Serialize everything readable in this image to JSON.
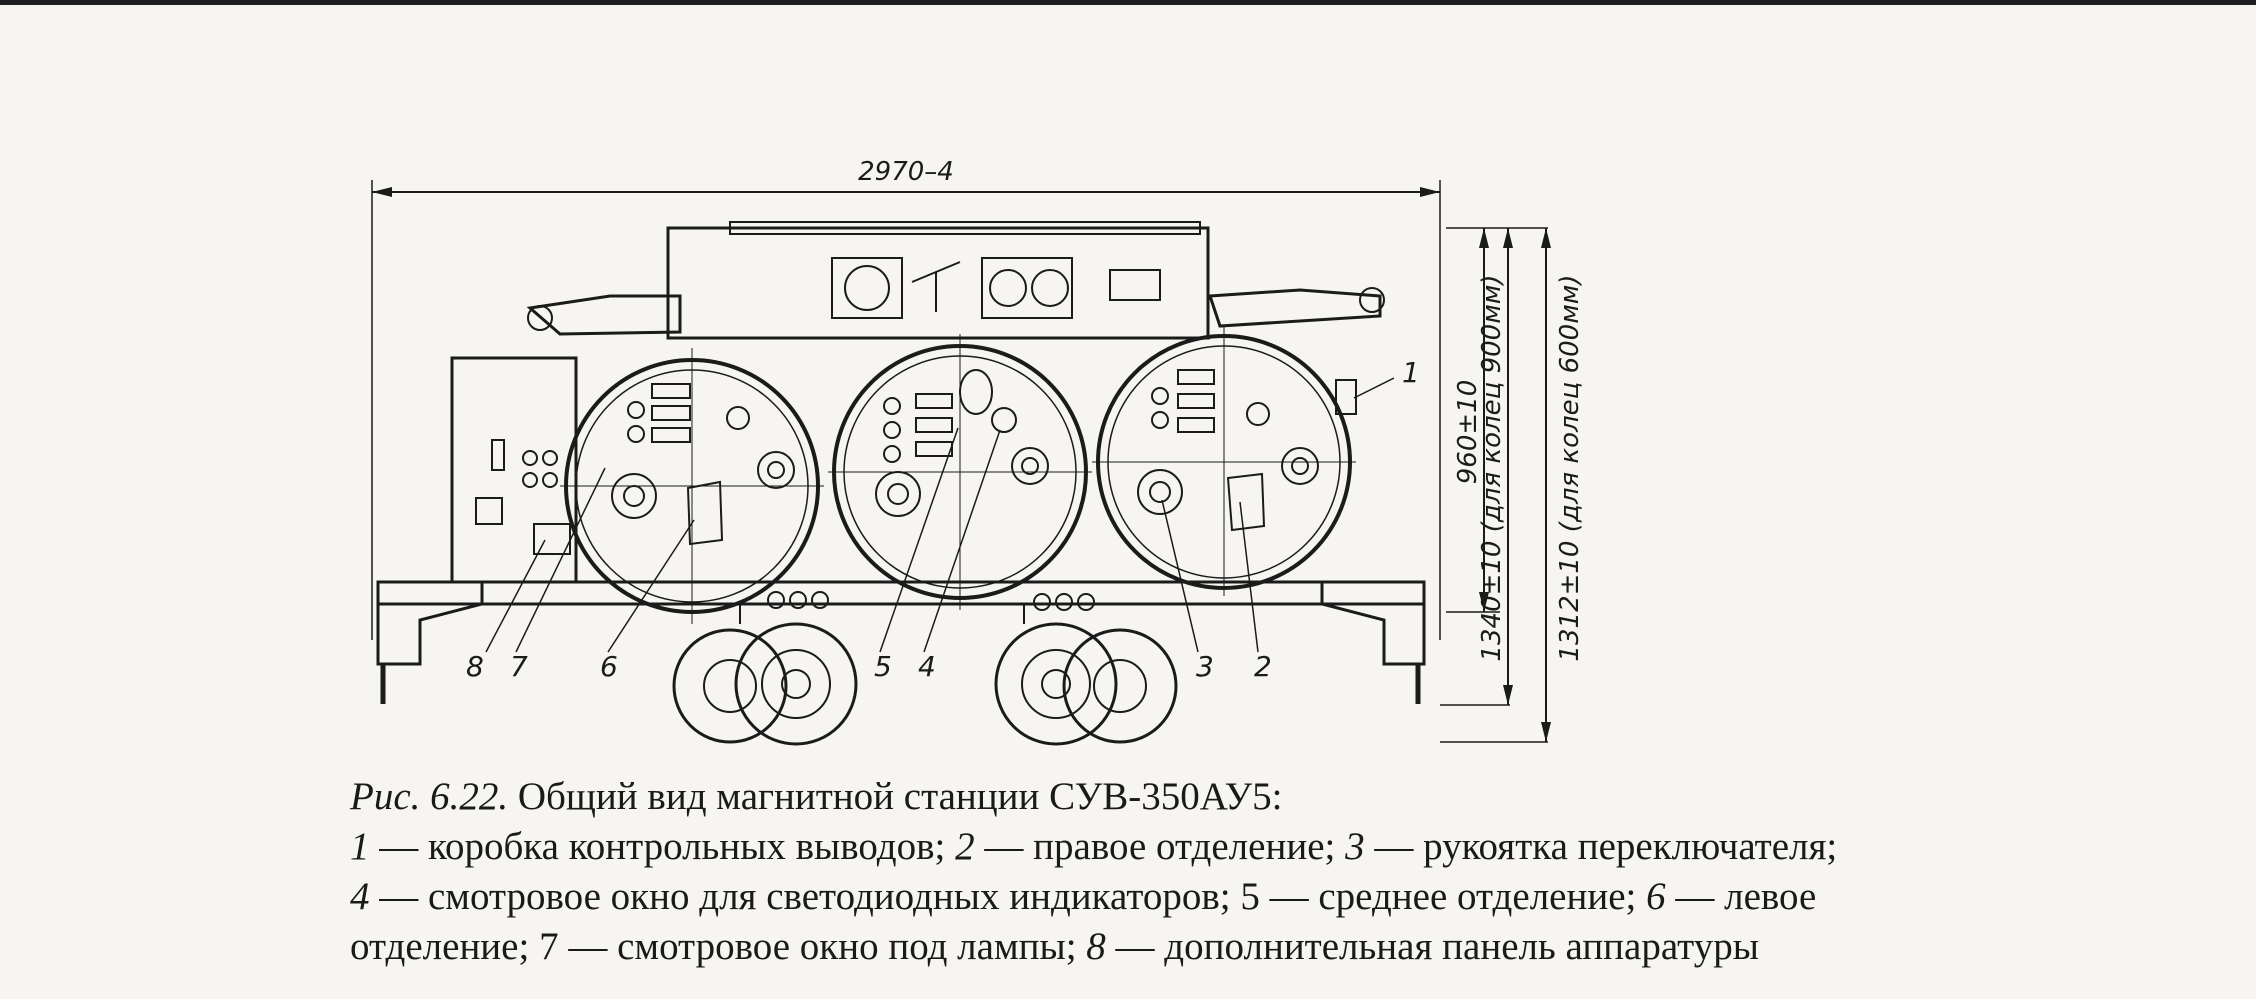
{
  "figure": {
    "dimensions": {
      "overall_length": "2970–4",
      "height_body": "960±10",
      "height_900": "1340±10 (для колец 900мм)",
      "height_600": "1312±10 (для колец 600мм)"
    },
    "callouts": [
      "1",
      "2",
      "3",
      "4",
      "5",
      "6",
      "7",
      "8"
    ]
  },
  "caption": {
    "fig_id": "Рис. 6.22.",
    "title": "Общий вид магнитной станции СУВ-350АУ5:",
    "line1": [
      {
        "n": "1",
        "t": " — коробка контрольных выводов; "
      },
      {
        "n": "2",
        "t": " — правое отделение; "
      },
      {
        "n": "3",
        "t": " — рукоятка переключателя;"
      }
    ],
    "line2": [
      {
        "n": "4",
        "t": " — смотровое окно для светодиодных индикаторов; 5 — среднее отделение; "
      },
      {
        "n": "6",
        "t": " — левое"
      }
    ],
    "line3": [
      {
        "n": "",
        "t": "отделение; 7 — смотровое окно под лампы; "
      },
      {
        "n": "8",
        "t": " — дополнительная панель аппаратуры"
      }
    ]
  }
}
